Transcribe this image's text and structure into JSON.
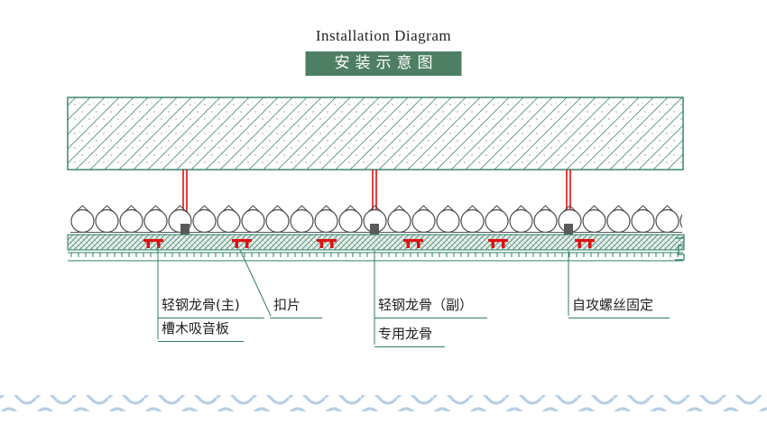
{
  "title": {
    "en": "Installation Diagram",
    "zh": "安装示意图"
  },
  "diagram": {
    "labels": {
      "main_keel": "轻钢龙骨(主)",
      "clip": "扣片",
      "sub_keel": "轻钢龙骨（副）",
      "screw_fix": "自攻螺丝固定",
      "acoustic_panel": "槽木吸音板",
      "special_keel": "专用龙骨"
    },
    "parts": {
      "ceiling_slab": "hatched-concrete-slab",
      "hangers": "red-suspension-rods",
      "spring_row": "loop-spring-row",
      "keel_strip": "cross-hatched-keel-strip",
      "groove_panel": "grooved-acoustic-panel-strip",
      "clips": "red-fixing-clips"
    },
    "colors": {
      "line_green": "#2e7d68",
      "hanger_red": "#dd1111",
      "banner_bg": "#4e7f64",
      "banner_fg": "#ffffff",
      "wave_blue": "#b7cfe6",
      "loop_gray": "#4d4d4d"
    }
  }
}
